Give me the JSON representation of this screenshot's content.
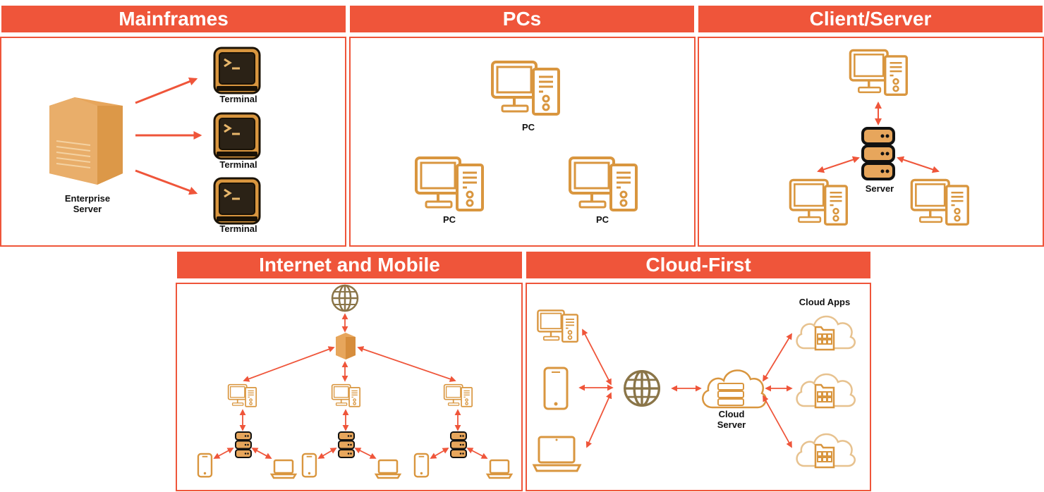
{
  "colors": {
    "accent": "#ef553a",
    "icon_outline": "#d9963f",
    "icon_fill": "#e7a65c",
    "dark": "#1a1206"
  },
  "headers": {
    "mainframes": "Mainframes",
    "pcs": "PCs",
    "client_server": "Client/Server",
    "internet_mobile": "Internet and Mobile",
    "cloud_first": "Cloud-First"
  },
  "mainframes": {
    "server_label_1": "Enterprise",
    "server_label_2": "Server",
    "terminals": [
      "Terminal",
      "Terminal",
      "Terminal"
    ]
  },
  "pcs": {
    "labels": [
      "PC",
      "PC",
      "PC"
    ]
  },
  "client_server": {
    "server_label": "Server"
  },
  "cloud_first": {
    "apps_label": "Cloud Apps",
    "server_label_1": "Cloud",
    "server_label_2": "Server"
  }
}
